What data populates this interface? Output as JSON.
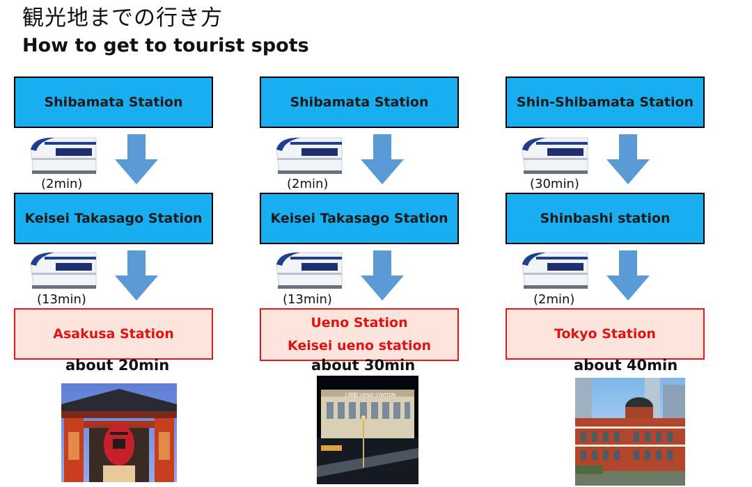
{
  "title_jp": "観光地までの行き方",
  "title_en": "How to get to tourist spots",
  "icons": {
    "train": "train-icon",
    "arrow": "down-arrow-icon"
  },
  "colors": {
    "station_box": "#18aef0",
    "dest_box": "#fde4dc",
    "dest_border": "#e11b1b",
    "dest_text": "#e01212",
    "arrow": "#5b9bd5"
  },
  "routes": [
    {
      "start": "Shibamata Station",
      "leg1_time": "(2min)",
      "transfer": "Keisei Takasago Station",
      "leg2_time": "(13min)",
      "destination": [
        "Asakusa Station"
      ],
      "total": "about 20min"
    },
    {
      "start": "Shibamata Station",
      "leg1_time": "(2min)",
      "transfer": "Keisei Takasago Station",
      "leg2_time": "(13min)",
      "destination": [
        "Ueno Station",
        "Keisei ueno station"
      ],
      "total": "about 30min",
      "photo_sign": "上野駅 UENO STATION"
    },
    {
      "start": "Shin-Shibamata Station",
      "leg1_time": "(30min)",
      "transfer": "Shinbashi station",
      "leg2_time": "(2min)",
      "destination": [
        "Tokyo Station"
      ],
      "total": "about 40min"
    }
  ]
}
